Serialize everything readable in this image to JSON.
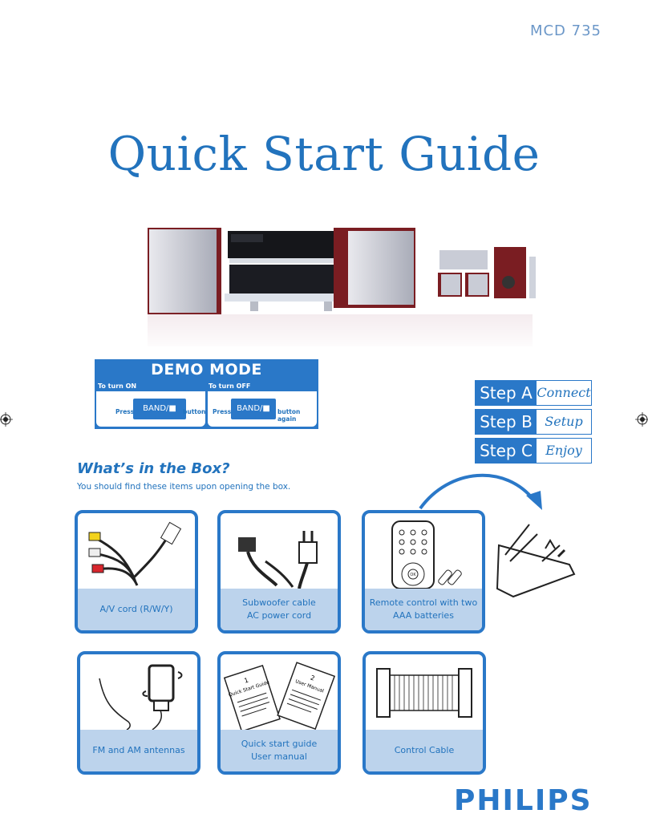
{
  "header": {
    "model": "MCD 735",
    "title": "Quick Start Guide"
  },
  "demo_mode": {
    "title_a": "DEMO",
    "title_b": "MODE",
    "turn_on_label": "To turn ON",
    "turn_off_label": "To turn OFF",
    "press": "Press",
    "band_label": "BAND/■",
    "button_suffix": "button",
    "button_again_suffix": "button again"
  },
  "steps": [
    {
      "step": "Step A",
      "action": "Connect"
    },
    {
      "step": "Step B",
      "action": "Setup"
    },
    {
      "step": "Step C",
      "action": "Enjoy"
    }
  ],
  "box": {
    "title": "What’s in the Box?",
    "subtitle": "You should find these items upon opening the box.",
    "items": [
      {
        "label": "A/V cord (R/W/Y)"
      },
      {
        "label": "Subwoofer cable\nAC power cord"
      },
      {
        "label": "Remote control with two\nAAA batteries"
      },
      {
        "label": "FM and AM antennas"
      },
      {
        "label": "Quick start guide\nUser manual"
      },
      {
        "label": "Control Cable"
      }
    ],
    "manual_labels": {
      "guide_num": "1",
      "guide_text": "Quick Start Guide",
      "manual_num": "2",
      "manual_text": "User Manual"
    }
  },
  "remote_ok": "OK",
  "brand": "PHILIPS",
  "colors": {
    "accent": "#2a78c8",
    "label_bg": "#bcd3ec",
    "title": "#2273bd"
  }
}
